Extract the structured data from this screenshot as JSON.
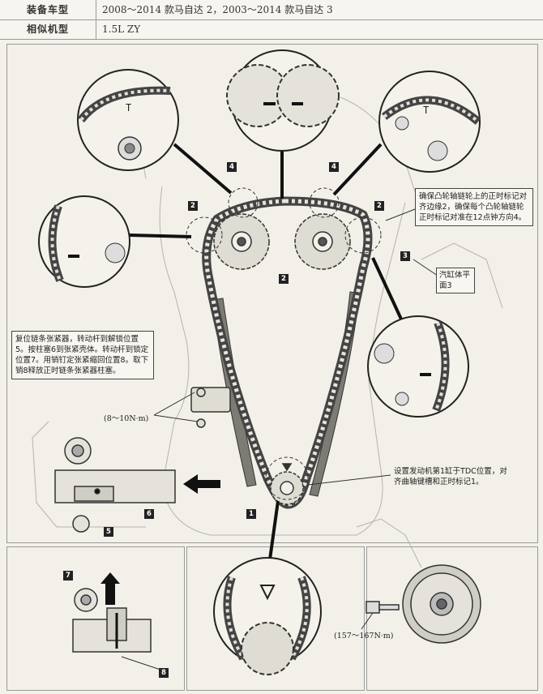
{
  "header": {
    "row1": {
      "label": "装备车型",
      "value": "2008～2014 款马自达 2，2003～2014 款马自达 3"
    },
    "row2": {
      "label": "相似机型",
      "value": "1.5L ZY"
    }
  },
  "notes": {
    "camshaft_note": "确保凸轮轴链轮上的正时标记对齐边缘2，确保每个凸轮轴链轮正时标记对准在12点钟方向4。",
    "cylinder_head_note": "汽缸体平面3",
    "tensioner_note": "复位链条张紧器，转动杆到解锁位置5。按柱塞6到张紧壳体。转动杆到锁定位置7。用销钉定张紧缩回位置8。取下销8释放正时链条张紧器柱塞。",
    "tdc_note": "设置发动机第1缸于TDC位置，对齐曲轴键槽和正时标记1。"
  },
  "torques": {
    "tensioner_bolts": "(8～10N·m)",
    "pulley_bolt": "(157～167N·m)"
  },
  "callouts": {
    "c1": "1",
    "c2": "2",
    "c3": "3",
    "c4": "4",
    "c5": "5",
    "c6": "6",
    "c7": "7",
    "c8": "8"
  }
}
